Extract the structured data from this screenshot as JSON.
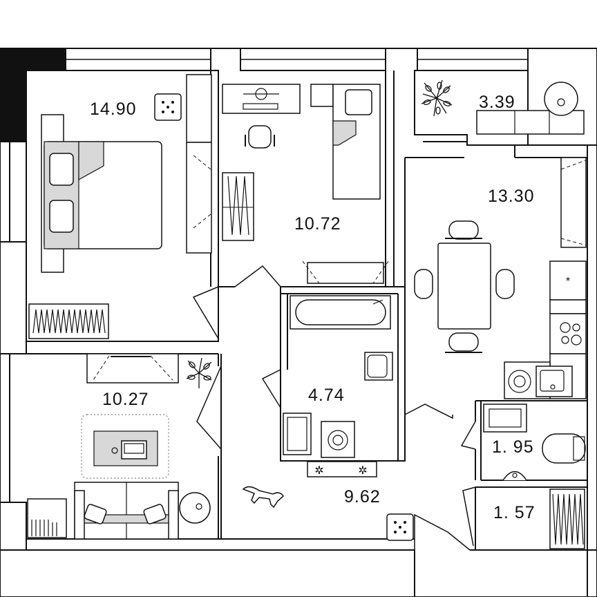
{
  "floor_plan": {
    "rooms": [
      {
        "id": "bedroom-1",
        "area": "14.90"
      },
      {
        "id": "bedroom-2",
        "area": "10.72"
      },
      {
        "id": "balcony",
        "area": "3.39"
      },
      {
        "id": "kitchen-living",
        "area": "13.30"
      },
      {
        "id": "bathroom",
        "area": "4.74"
      },
      {
        "id": "bedroom-3",
        "area": "10.27"
      },
      {
        "id": "toilet",
        "area": "1. 95"
      },
      {
        "id": "storage",
        "area": "1. 57"
      },
      {
        "id": "hallway",
        "area": "9.62"
      }
    ]
  }
}
